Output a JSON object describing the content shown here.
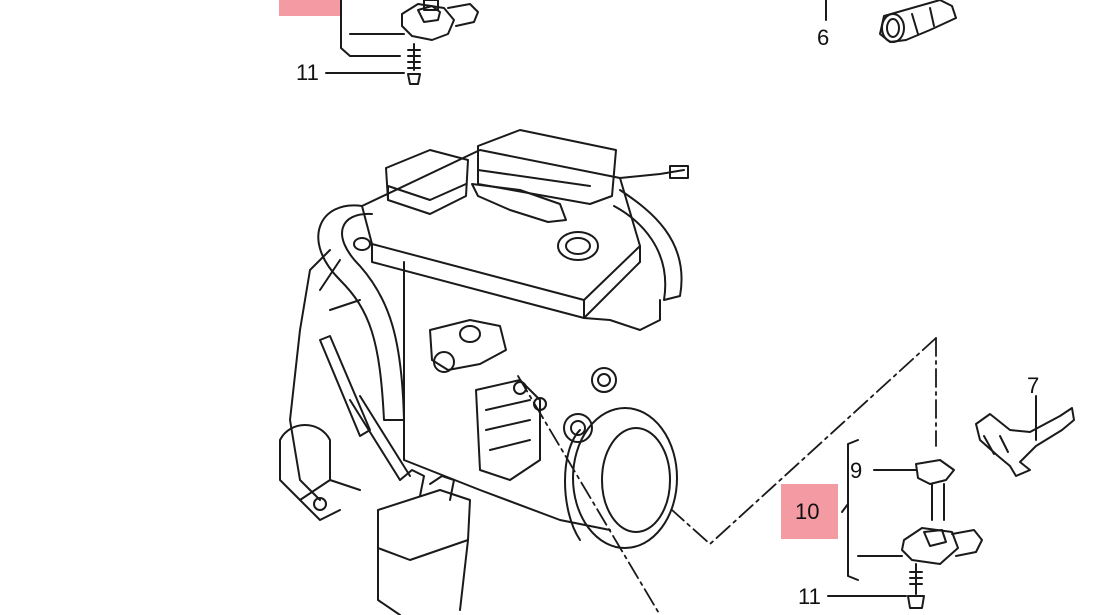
{
  "callouts": {
    "c6": "6",
    "c7": "7",
    "c9": "9",
    "c10": "10",
    "c11_top": "11",
    "c11_bottom": "11"
  },
  "colors": {
    "line": "#1a1a1a",
    "highlight": "#f49aa3",
    "background": "#ffffff"
  }
}
